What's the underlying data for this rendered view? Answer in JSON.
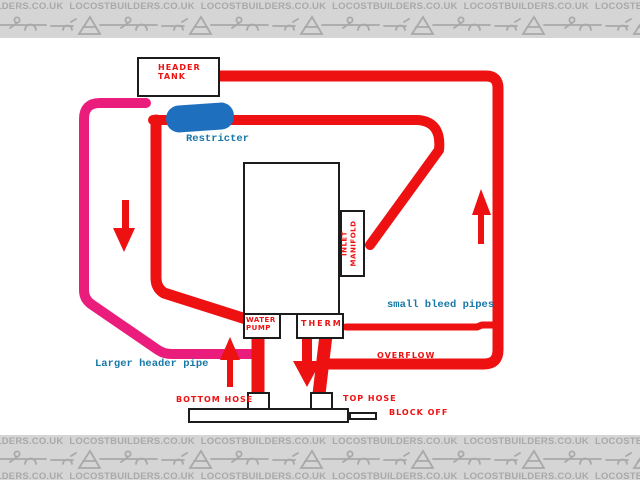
{
  "banner": {
    "text": "LOCOSTBUILDERS.CO.UK",
    "car_icon": "locost-seven-sketch"
  },
  "colors": {
    "red": "#ee1111",
    "pink": "#ea1c7c",
    "blue_blob": "#1f6fbf",
    "blue_text": "#1778a8",
    "banner_bg": "#d5d5d5",
    "banner_fg": "#a9a9a9"
  },
  "diagram": {
    "header_tank": {
      "line1": "HEADER",
      "line2": "TANK"
    },
    "restricter_label": "Restricter",
    "water_pump": {
      "line1": "WATER",
      "line2": "PUMP"
    },
    "therm_label": "THERM",
    "inlet_manifold": {
      "line1": "INLET",
      "line2": "MANIFOLD"
    },
    "small_bleed_pipes_label": "small bleed pipes",
    "larger_header_pipe_label": "Larger header pipe",
    "overflow_label": "OVERFLOW",
    "bottom_hose_label": "BOTTOM HOSE",
    "top_hose_label": "TOP HOSE",
    "block_off_label": "BLOCK OFF"
  }
}
